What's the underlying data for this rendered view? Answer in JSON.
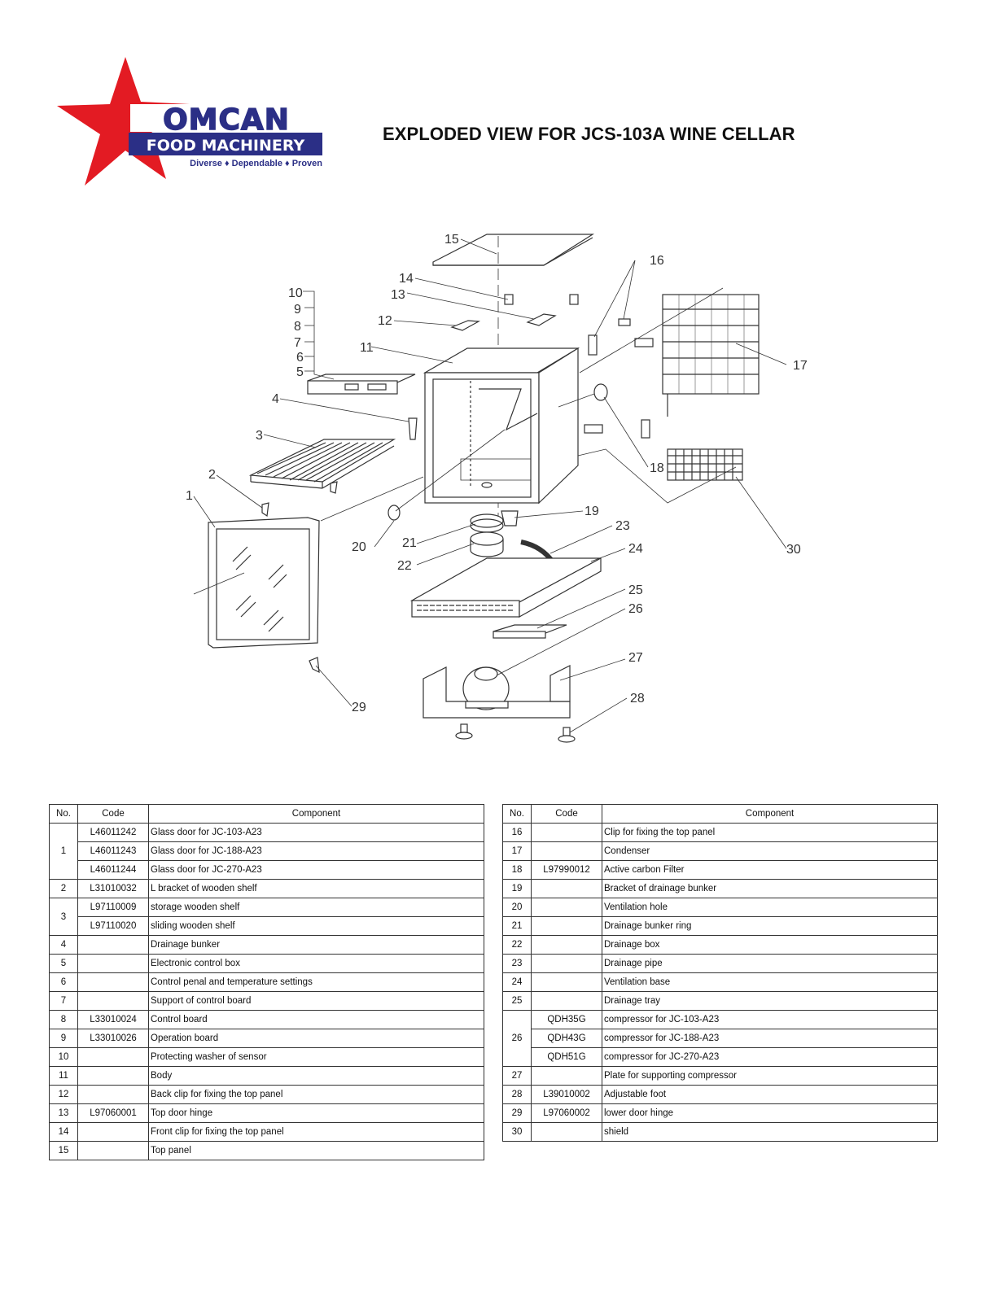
{
  "brand": {
    "name": "OMCAN",
    "sub": "FOOD MACHINERY",
    "tagline": "Diverse ♦ Dependable ♦ Proven",
    "colors": {
      "star": "#e31b23",
      "navy": "#2b2f86"
    }
  },
  "title": "EXPLODED VIEW FOR JCS-103A WINE CELLAR",
  "callouts": [
    "1",
    "2",
    "3",
    "4",
    "5",
    "6",
    "7",
    "8",
    "9",
    "10",
    "11",
    "12",
    "13",
    "14",
    "15",
    "16",
    "17",
    "18",
    "19",
    "20",
    "21",
    "22",
    "23",
    "24",
    "25",
    "26",
    "27",
    "28",
    "29",
    "30"
  ],
  "table_headers": {
    "no": "No.",
    "code": "Code",
    "component": "Component"
  },
  "left_table": [
    {
      "no": "1",
      "code": "L46011242",
      "component": "Glass door for JC-103-A23"
    },
    {
      "no": "",
      "code": "L46011243",
      "component": "Glass door for JC-188-A23"
    },
    {
      "no": "",
      "code": "L46011244",
      "component": "Glass door for JC-270-A23"
    },
    {
      "no": "2",
      "code": "L31010032",
      "component": "L bracket of wooden shelf"
    },
    {
      "no": "3",
      "code": "L97110009",
      "component": "storage wooden shelf"
    },
    {
      "no": "",
      "code": "L97110020",
      "component": "sliding wooden shelf"
    },
    {
      "no": "4",
      "code": "",
      "component": "Drainage bunker"
    },
    {
      "no": "5",
      "code": "",
      "component": "Electronic control box"
    },
    {
      "no": "6",
      "code": "",
      "component": "Control penal and temperature settings"
    },
    {
      "no": "7",
      "code": "",
      "component": "Support of control board"
    },
    {
      "no": "8",
      "code": "L33010024",
      "component": "Control board"
    },
    {
      "no": "9",
      "code": "L33010026",
      "component": "Operation board"
    },
    {
      "no": "10",
      "code": "",
      "component": "Protecting washer of sensor"
    },
    {
      "no": "11",
      "code": "",
      "component": "Body"
    },
    {
      "no": "12",
      "code": "",
      "component": "Back clip for fixing the top panel"
    },
    {
      "no": "13",
      "code": "L97060001",
      "component": "Top door hinge"
    },
    {
      "no": "14",
      "code": "",
      "component": "Front clip for fixing the top panel"
    },
    {
      "no": "15",
      "code": "",
      "component": "Top panel"
    }
  ],
  "right_table": [
    {
      "no": "16",
      "code": "",
      "component": "Clip for fixing the top panel"
    },
    {
      "no": "17",
      "code": "",
      "component": "Condenser"
    },
    {
      "no": "18",
      "code": "L97990012",
      "component": "Active carbon Filter"
    },
    {
      "no": "19",
      "code": "",
      "component": "Bracket of drainage bunker"
    },
    {
      "no": "20",
      "code": "",
      "component": "Ventilation hole"
    },
    {
      "no": "21",
      "code": "",
      "component": "Drainage bunker ring"
    },
    {
      "no": "22",
      "code": "",
      "component": "Drainage box"
    },
    {
      "no": "23",
      "code": "",
      "component": "Drainage pipe"
    },
    {
      "no": "24",
      "code": "",
      "component": "Ventilation base"
    },
    {
      "no": "25",
      "code": "",
      "component": "Drainage tray"
    },
    {
      "no": "26",
      "code": "QDH35G",
      "component": "compressor for JC-103-A23"
    },
    {
      "no": "",
      "code": "QDH43G",
      "component": "compressor for JC-188-A23"
    },
    {
      "no": "",
      "code": "QDH51G",
      "component": "compressor for JC-270-A23"
    },
    {
      "no": "27",
      "code": "",
      "component": "Plate for supporting compressor"
    },
    {
      "no": "28",
      "code": "L39010002",
      "component": "Adjustable foot"
    },
    {
      "no": "29",
      "code": "L97060002",
      "component": "lower door hinge"
    },
    {
      "no": "30",
      "code": "",
      "component": "shield"
    }
  ]
}
